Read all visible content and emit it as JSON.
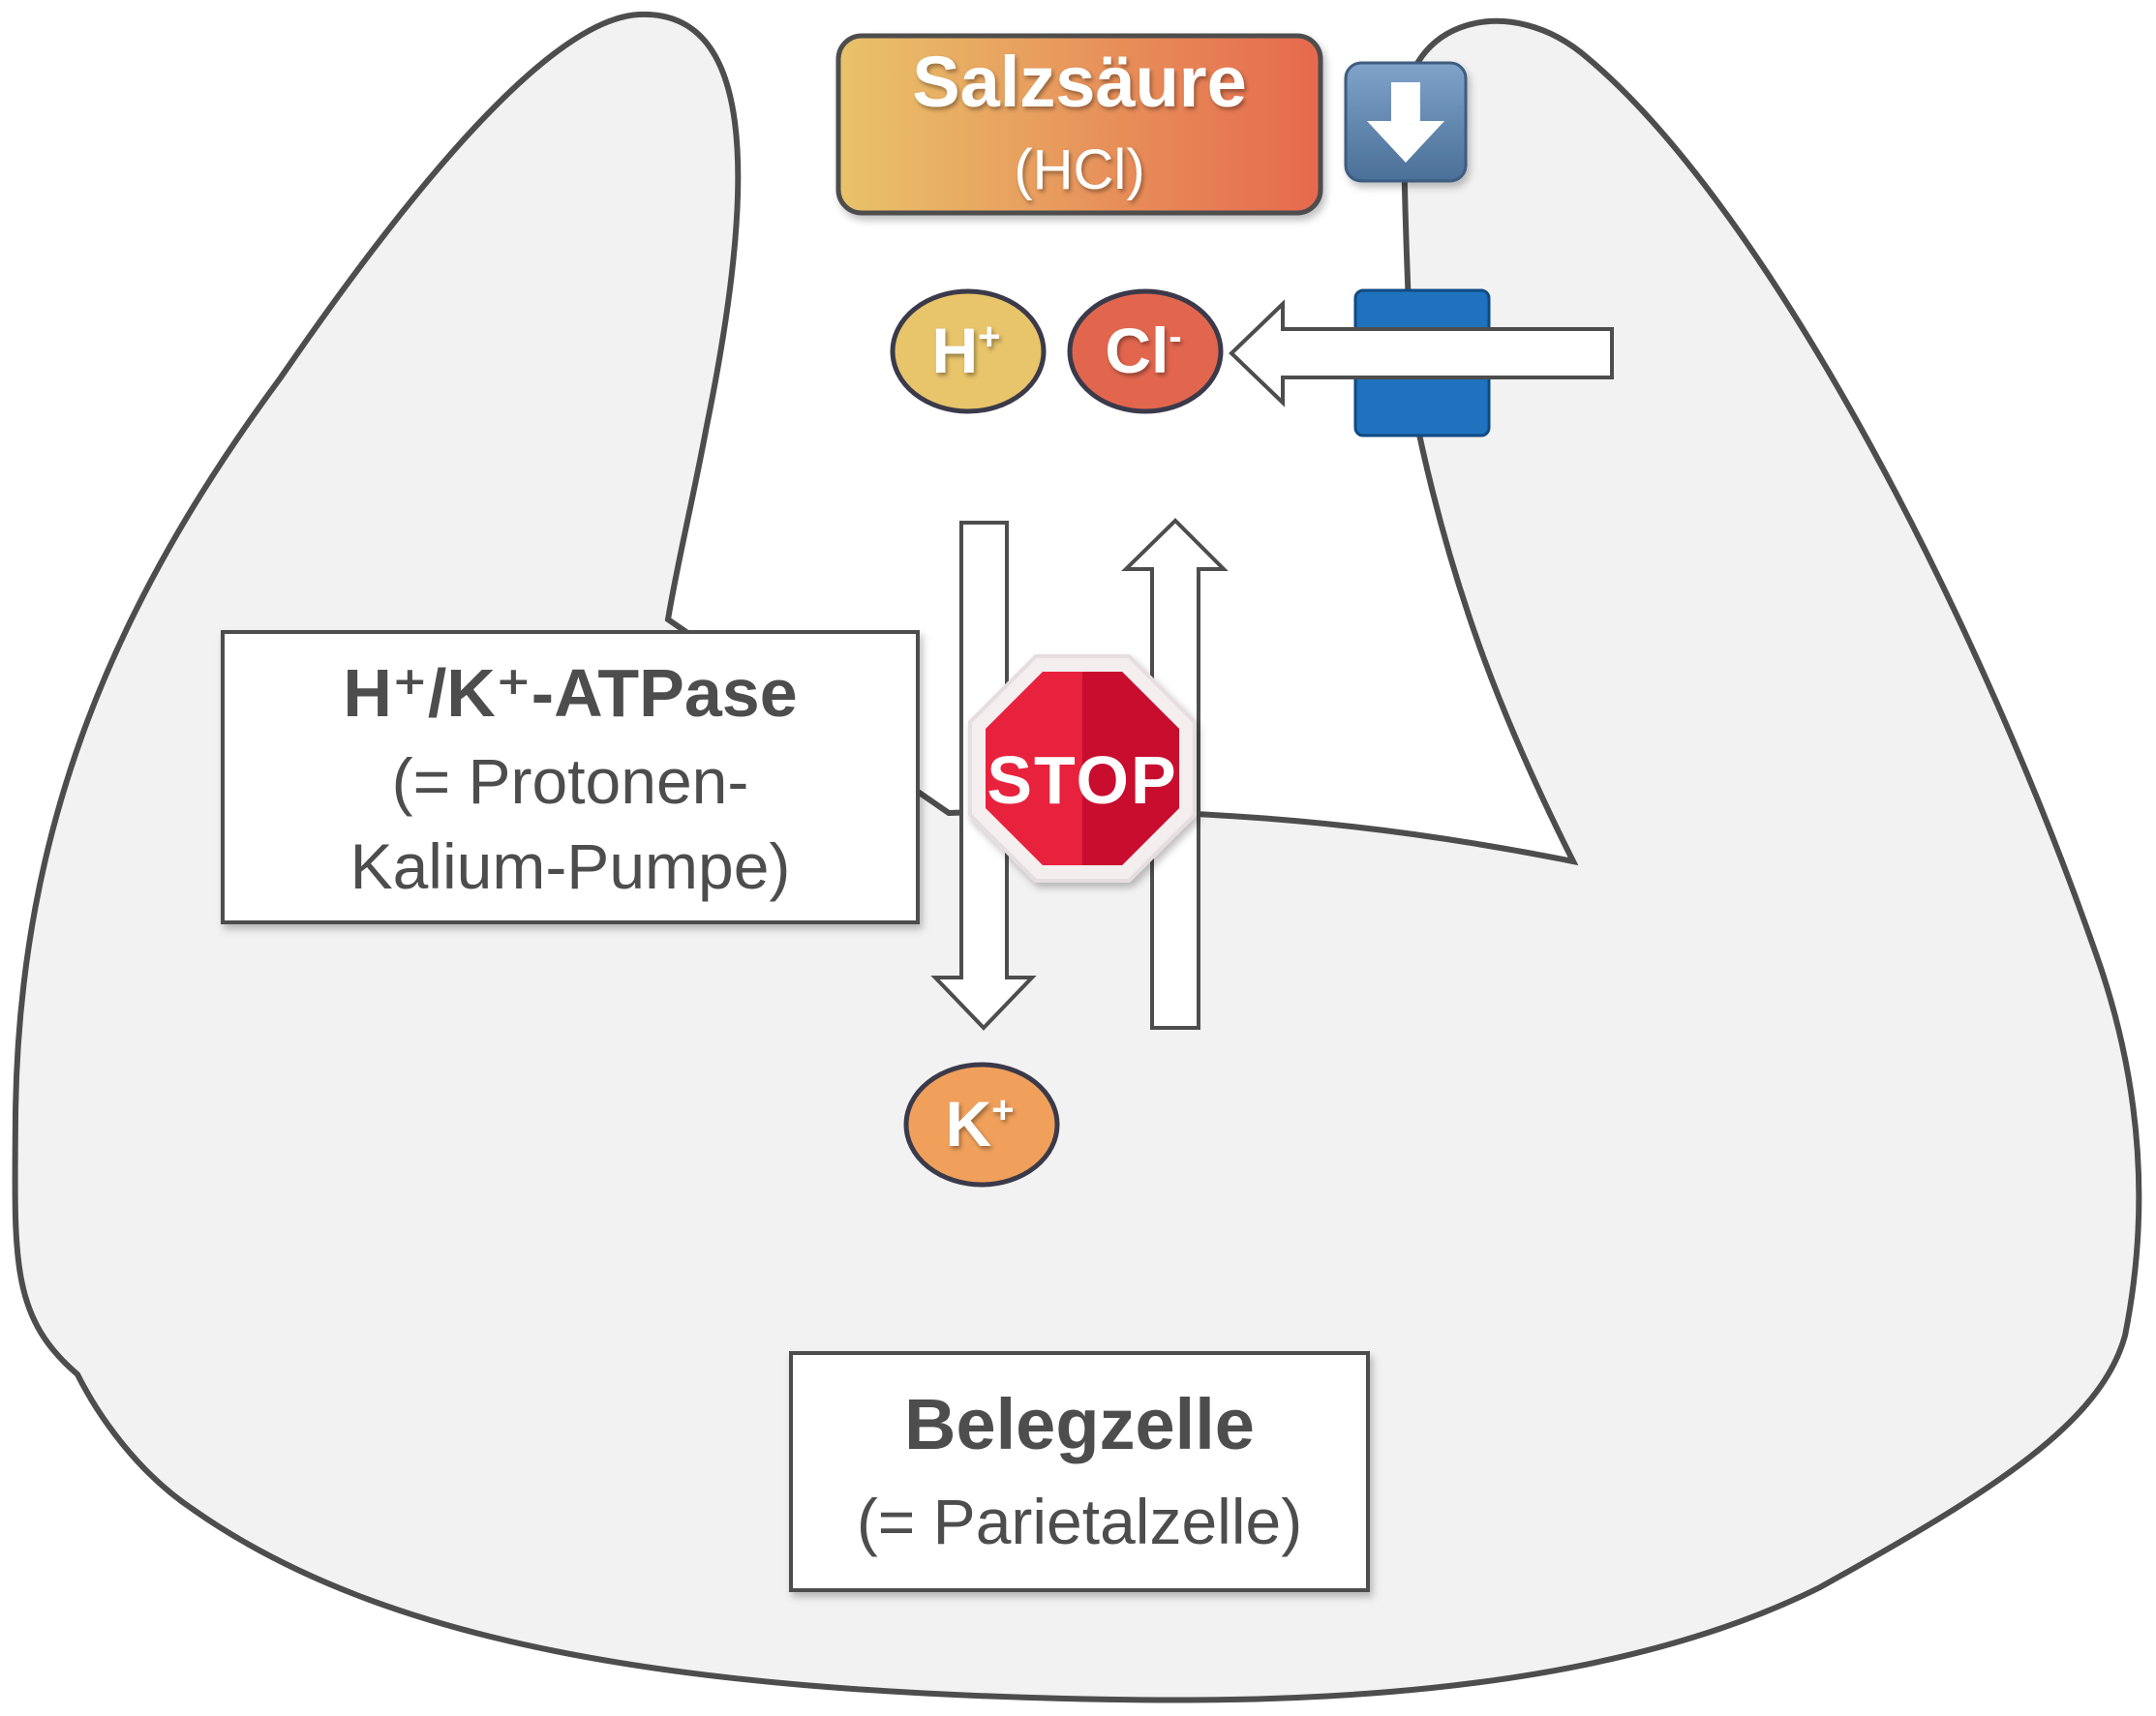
{
  "hcl_box": {
    "title": "Salzsäure",
    "subtitle": "(HCl)"
  },
  "ions": {
    "h": {
      "symbol": "H",
      "charge": "+"
    },
    "cl": {
      "symbol": "Cl",
      "charge": "-"
    },
    "k": {
      "symbol": "K",
      "charge": "+"
    }
  },
  "atpase_box": {
    "title": "H⁺/K⁺-ATPase",
    "line2": "(= Protonen-",
    "line3": "Kalium-Pumpe)"
  },
  "stop_sign": {
    "text": "STOP"
  },
  "cell_box": {
    "title": "Belegzelle",
    "subtitle": "(= Parietalzelle)"
  },
  "icons": {
    "download": "down-arrow-icon",
    "stop": "stop-sign-icon"
  },
  "colors": {
    "cell_fill": "#f2f2f2",
    "outline": "#4d4d4d",
    "text_dark": "#4d4d4d",
    "h_ion": "#e8c46a",
    "cl_ion": "#e2664e",
    "k_ion": "#f0a05a",
    "channel": "#1f72bd",
    "stop_red": "#e8223c",
    "hcl_grad_start": "#e9c36a",
    "hcl_grad_end": "#e6694d",
    "download_blue": "#5b82ad"
  }
}
